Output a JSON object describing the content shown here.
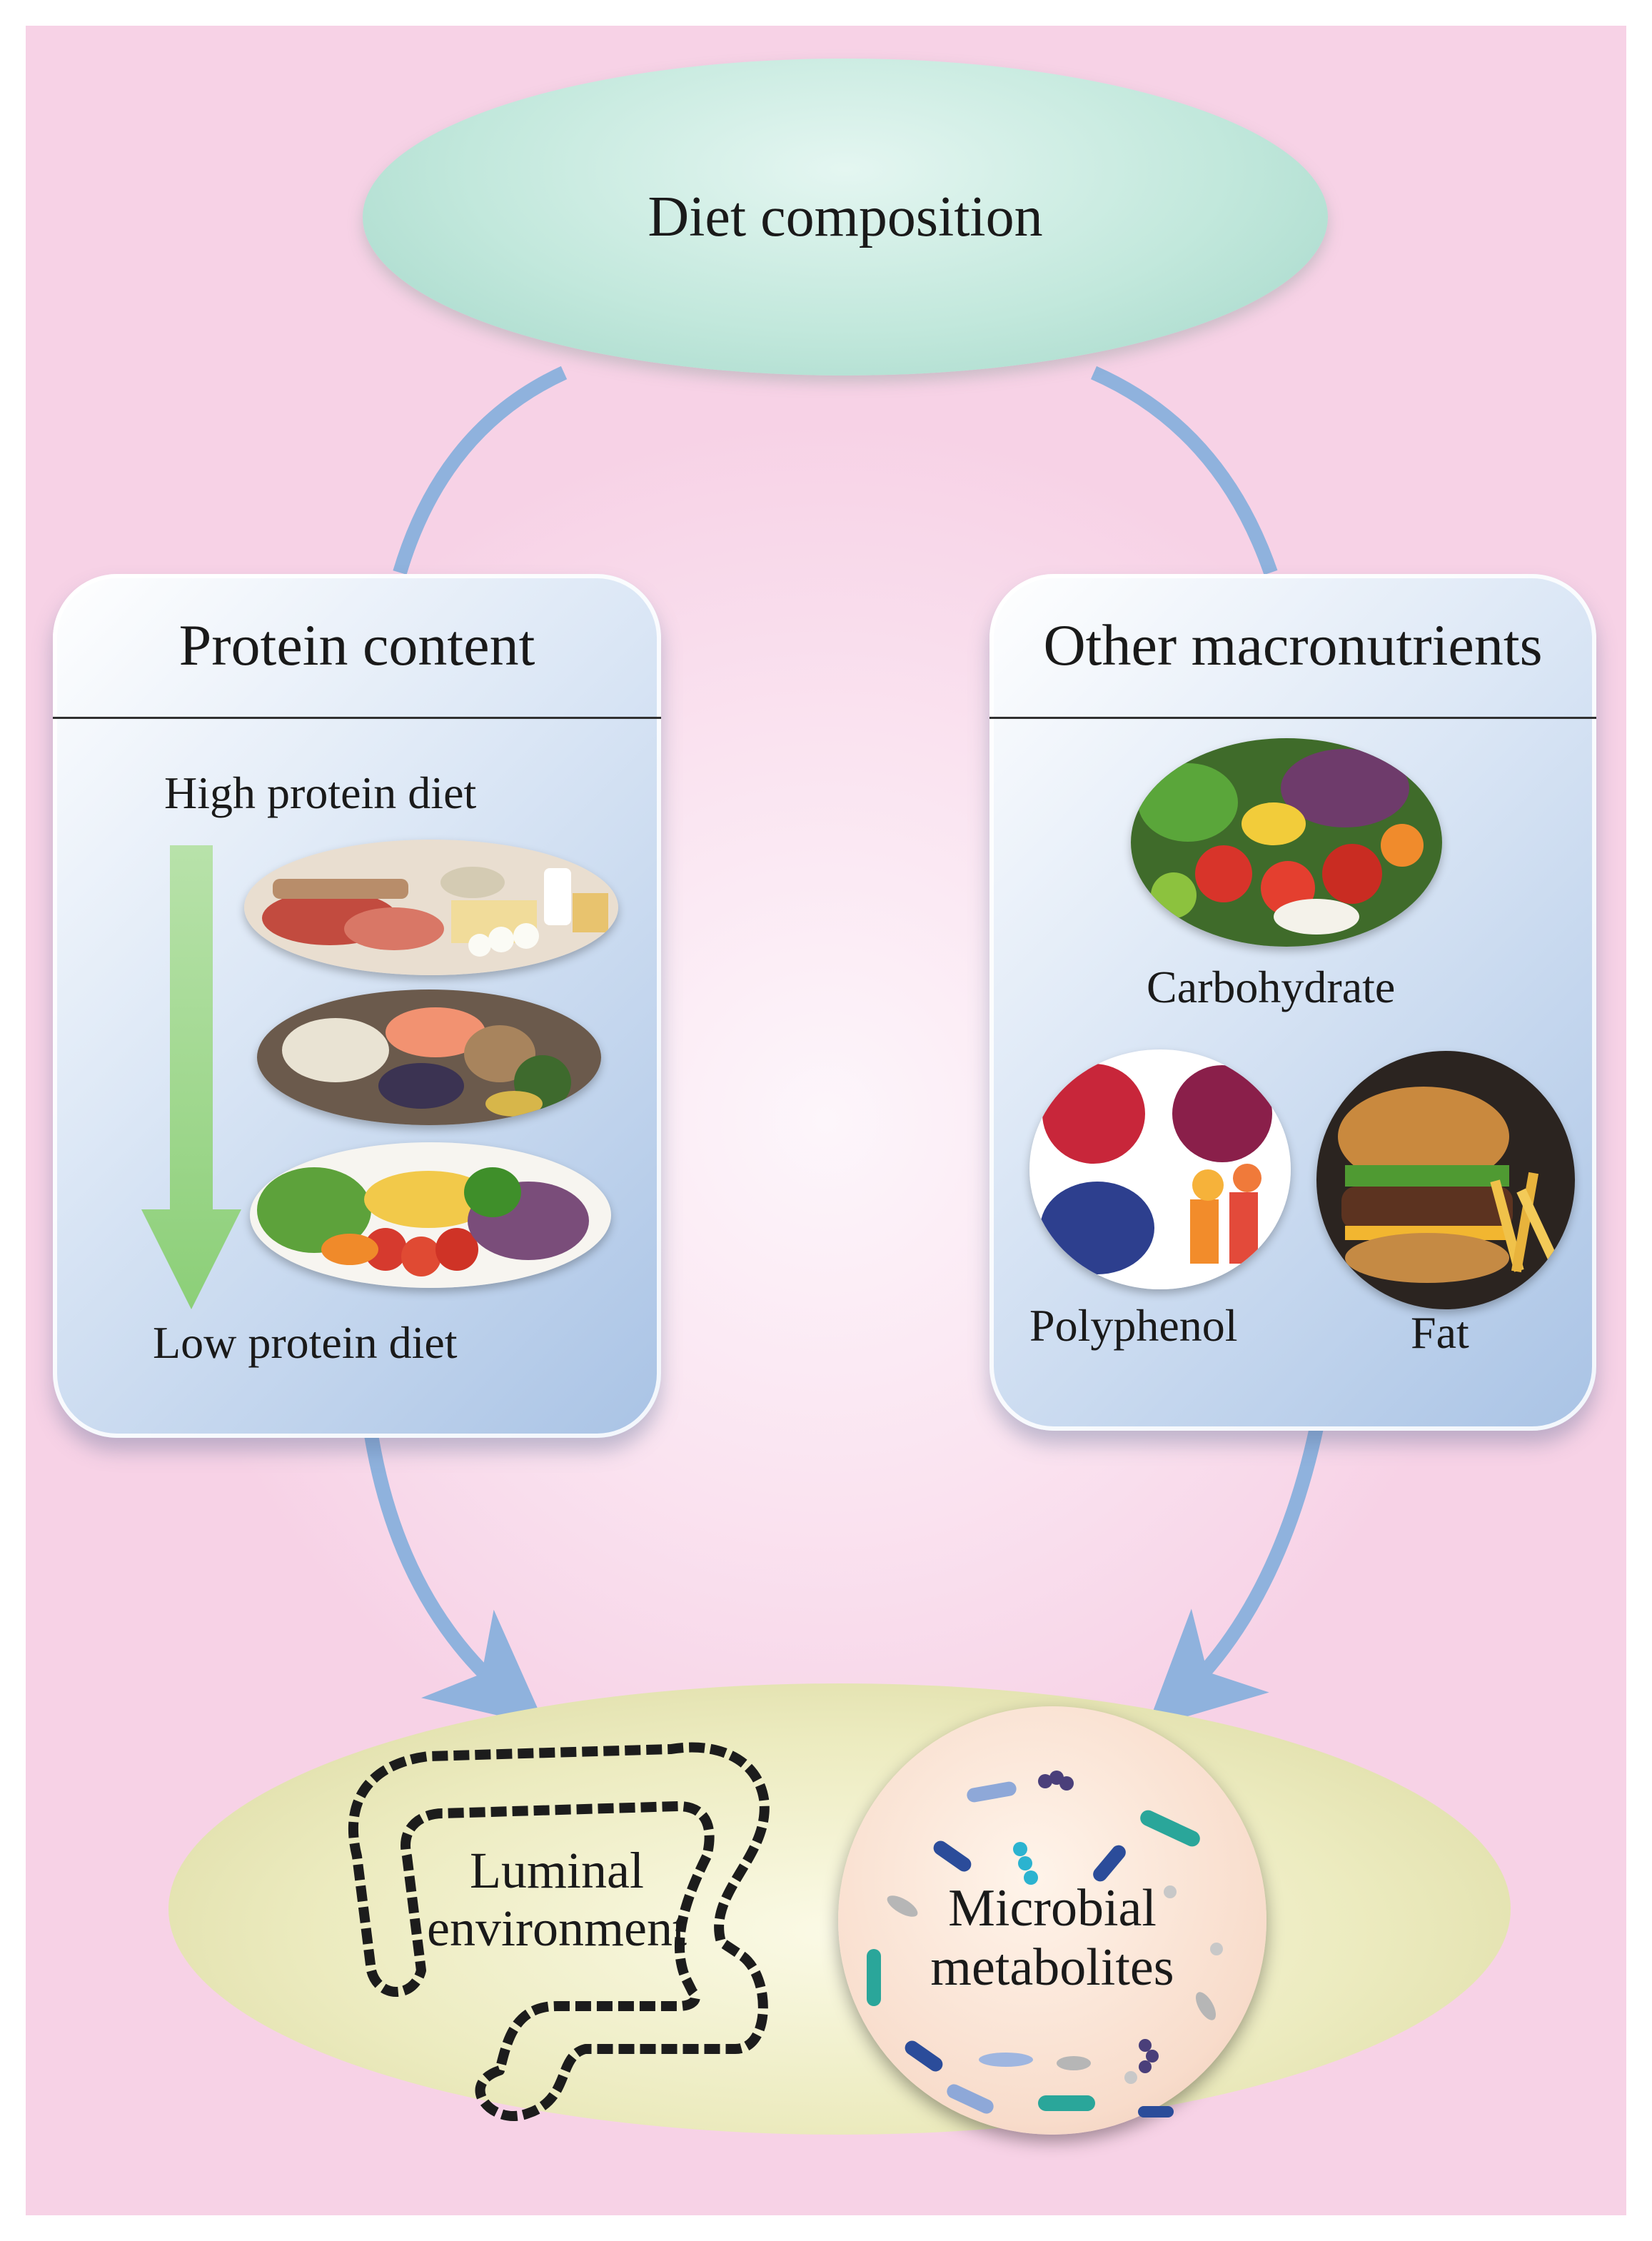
{
  "diet_composition": "Diet composition",
  "protein_panel": {
    "title": "Protein content",
    "top_label": "High protein diet",
    "bottom_label": "Low protein diet"
  },
  "macro_panel": {
    "title": "Other macronutrients",
    "carbohydrate": "Carbohydrate",
    "polyphenol": "Polyphenol",
    "fat": "Fat"
  },
  "outputs": {
    "luminal_line1": "Luminal",
    "luminal_line2": "environment",
    "microbial_line1": "Microbial",
    "microbial_line2": "metabolites"
  },
  "icons": [
    "meat-dairy-image",
    "fish-legumes-image",
    "vegetables-image",
    "fruit-vegetables-image",
    "berries-fruit-image",
    "burger-fries-image",
    "intestine-icon",
    "bacteria-icon"
  ],
  "colors": {
    "arrow_blue": "#8fb2dd",
    "gradient_arrow_green": "#a6dc96",
    "top_oval": "#c2e8dc",
    "bottom_oval": "#ecebbf",
    "background": "#f7d2e6"
  }
}
